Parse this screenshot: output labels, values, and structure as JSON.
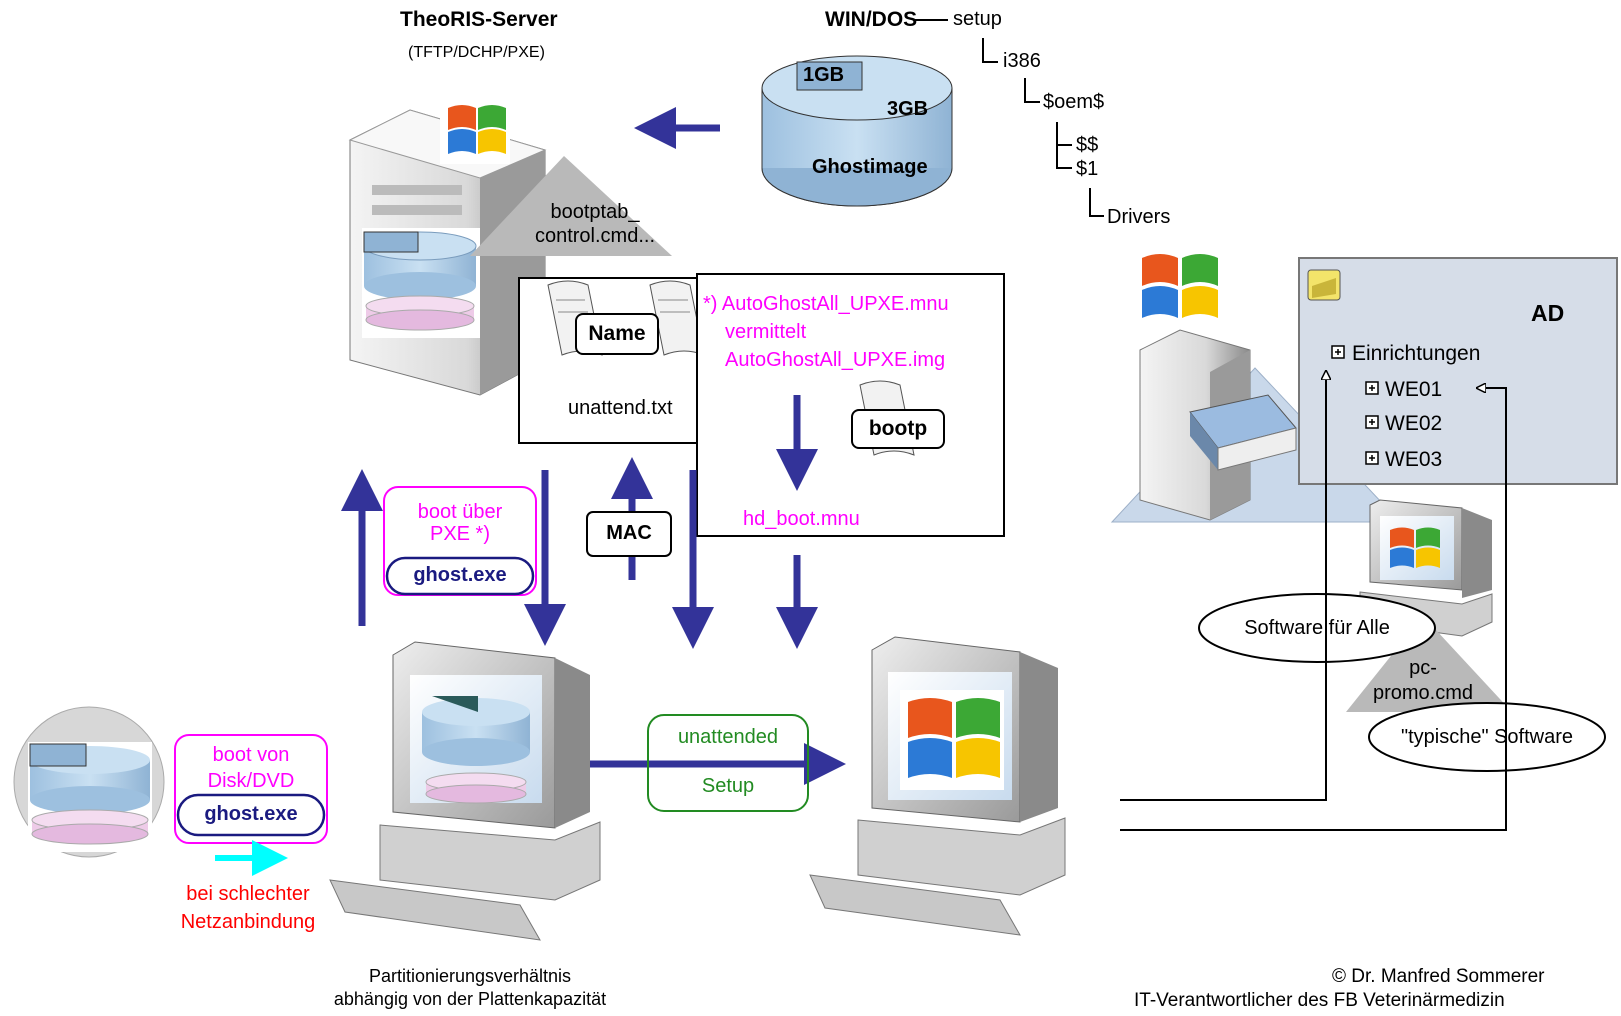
{
  "server": {
    "title": "TheoRIS-Server",
    "subtitle": "(TFTP/DCHP/PXE)"
  },
  "image_disk": {
    "small": "1GB",
    "large": "3GB",
    "label": "Ghostimage"
  },
  "tree": {
    "root": "WIN/DOS",
    "setup": "setup",
    "i386": "i386",
    "oem": "$oem$",
    "dd": "$$",
    "d1": "$1",
    "drivers": "Drivers"
  },
  "bootptab": {
    "line1": "bootptab_",
    "line2": "control.cmd..."
  },
  "unattend": {
    "name_label": "Name",
    "file": "unattend.txt"
  },
  "pxe_menu": {
    "line1": "*) AutoGhostAll_UPXE.mnu",
    "line2": "vermittelt",
    "line3": "AutoGhostAll_UPXE.img",
    "bootp": "bootp",
    "hd": "hd_boot.mnu"
  },
  "boot_pxe": {
    "line1": "boot über",
    "line2": "PXE *)",
    "exe": "ghost.exe"
  },
  "mac": "MAC",
  "boot_disk": {
    "line1": "boot von",
    "line2": "Disk/DVD",
    "exe": "ghost.exe"
  },
  "bad_net": {
    "line1": "bei schlechter",
    "line2": "Netzanbindung"
  },
  "unattended": {
    "line1": "unattended",
    "line2": "Setup"
  },
  "partition": {
    "line1": "Partitionierungsverhältnis",
    "line2": "abhängig von der Plattenkapazität"
  },
  "ad": {
    "title": "AD",
    "root": "Einrichtungen",
    "items": [
      "WE01",
      "WE02",
      "WE03"
    ]
  },
  "software": {
    "all": "Software für Alle",
    "typical": "\"typische\" Software",
    "script1": "pc-",
    "script2": "promo.cmd"
  },
  "copyright": {
    "line1": "© Dr. Manfred Sommerer",
    "line2": "IT-Verantwortlicher des FB Veterinärmedizin"
  },
  "colors": {
    "arrow": "#333399",
    "magenta": "#ff00ff",
    "red": "#ff0000",
    "green": "#228b22",
    "cyan": "#00ffff",
    "disk": "#b7d3ea",
    "pink": "#eecbe8",
    "panel": "#d6dde8"
  }
}
